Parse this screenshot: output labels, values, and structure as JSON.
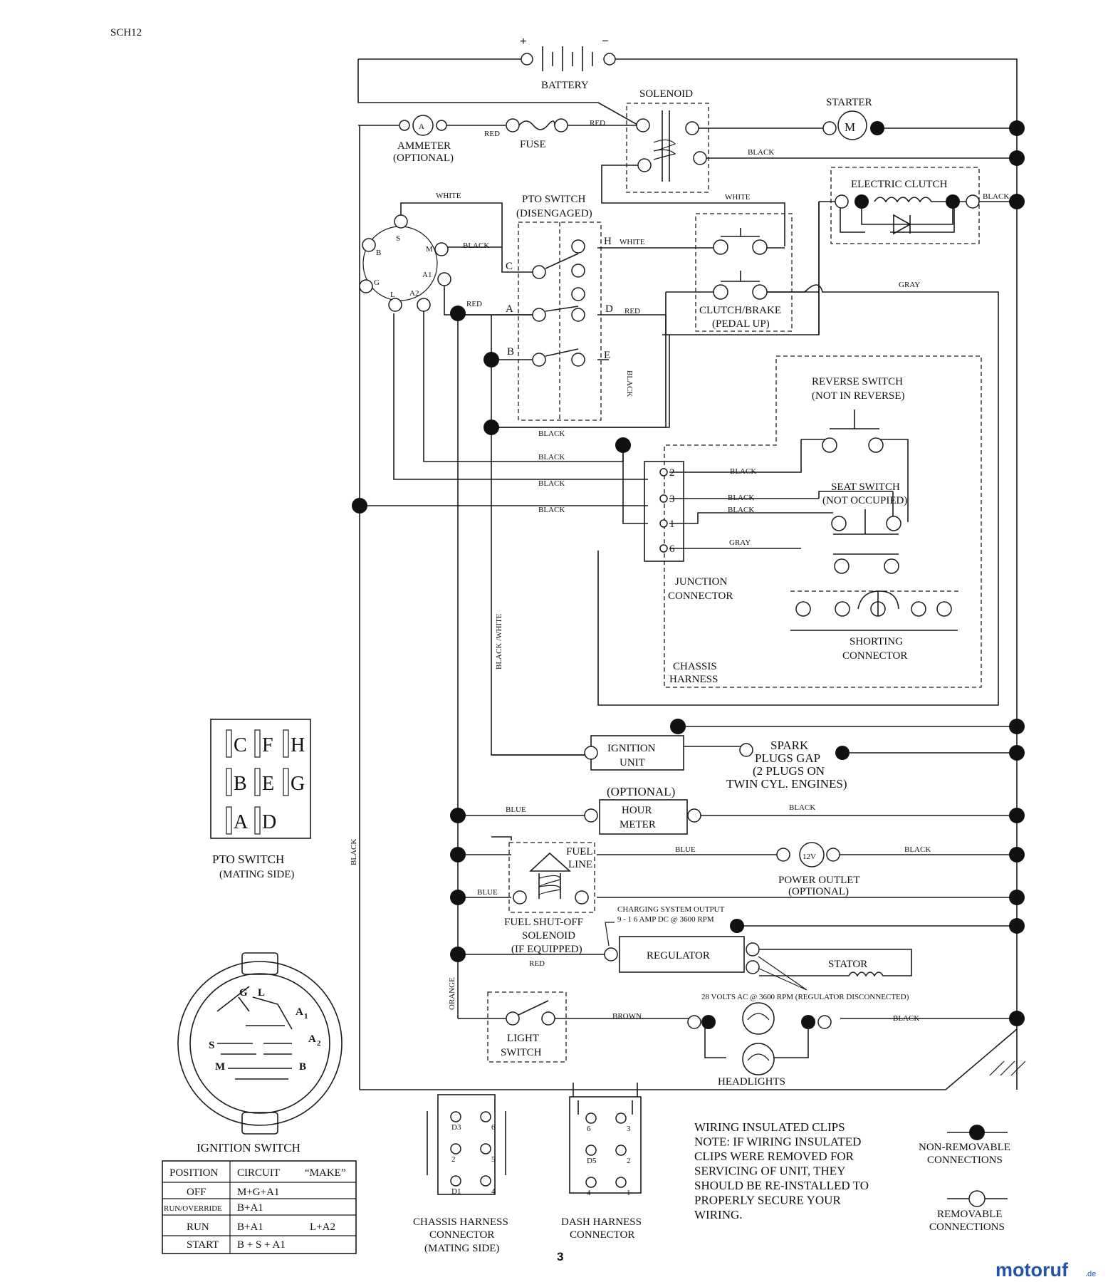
{
  "page_code": "SCH12",
  "page_number": "3",
  "brand": {
    "name": "motoruf",
    "suffix": ".de",
    "color": "#2255aa"
  },
  "components": {
    "battery": "BATTERY",
    "battery_plus": "+",
    "battery_minus": "−",
    "solenoid": "SOLENOID",
    "starter": "STARTER",
    "starter_symbol": "M",
    "ammeter": "AMMETER",
    "ammeter_optional": "(OPTIONAL)",
    "ammeter_symbol": "A",
    "fuse": "FUSE",
    "electric_clutch": "ELECTRIC CLUTCH",
    "pto_switch": "PTO SWITCH",
    "pto_switch_state": "(DISENGAGED)",
    "clutch_brake": "CLUTCH/BRAKE",
    "clutch_brake_state": "(PEDAL UP)",
    "reverse_switch": "REVERSE SWITCH",
    "reverse_switch_state": "(NOT IN REVERSE)",
    "seat_switch": "SEAT SWITCH",
    "seat_switch_state": "(NOT OCCUPIED)",
    "junction_connector_1": "JUNCTION",
    "junction_connector_2": "CONNECTOR",
    "shorting_connector_1": "SHORTING",
    "shorting_connector_2": "CONNECTOR",
    "chassis_harness_1": "CHASSIS",
    "chassis_harness_2": "HARNESS",
    "ignition_unit_1": "IGNITION",
    "ignition_unit_2": "UNIT",
    "spark_1": "SPARK",
    "spark_2": "PLUGS GAP",
    "spark_3": "(2 PLUGS ON",
    "spark_4": "TWIN CYL. ENGINES)",
    "hour_meter_optional": "(OPTIONAL)",
    "hour_meter_1": "HOUR",
    "hour_meter_2": "METER",
    "fuel_line_1": "FUEL",
    "fuel_line_2": "LINE",
    "power_outlet_symbol": "12V",
    "power_outlet": "POWER OUTLET",
    "power_outlet_optional": "(OPTIONAL)",
    "fuel_solenoid_1": "FUEL SHUT-OFF",
    "fuel_solenoid_2": "SOLENOID",
    "fuel_solenoid_3": "(IF EQUIPPED)",
    "charging_1": "CHARGING SYSTEM OUTPUT",
    "charging_2": "9 - 1 6 AMP DC @ 3600 RPM",
    "regulator": "REGULATOR",
    "stator": "STATOR",
    "stator_volts": "28 VOLTS AC @ 3600 RPM (REGULATOR DISCONNECTED)",
    "light_switch_1": "LIGHT",
    "light_switch_2": "SWITCH",
    "headlights": "HEADLIGHTS"
  },
  "terminals": {
    "ign_S": "S",
    "ign_B": "B",
    "ign_G": "G",
    "ign_L": "L",
    "ign_M": "M",
    "ign_A1": "A1",
    "ign_A2": "A2",
    "pto_C": "C",
    "pto_A": "A",
    "pto_B": "B",
    "pto_H": "H",
    "pto_D": "D",
    "pto_E": "E",
    "jc_2": "2",
    "jc_3": "3",
    "jc_1": "1",
    "jc_6": "6"
  },
  "wires": {
    "red_1": "RED",
    "red_2": "RED",
    "red_3": "RED",
    "red_4": "RED",
    "red_5": "RED",
    "black_solenoid": "BLACK",
    "black_clutch": "BLACK",
    "black_M": "BLACK",
    "black_h1": "BLACK",
    "black_h2": "BLACK",
    "black_h3": "BLACK",
    "black_h4": "BLACK",
    "black_jc2": "BLACK",
    "black_jc3": "BLACK",
    "black_jc1": "BLACK",
    "black_vert_pto": "BLACK",
    "black_vert_left": "BLACK",
    "black_hour": "BLACK",
    "black_outlet": "BLACK",
    "black_head": "BLACK",
    "white_1": "WHITE",
    "white_2": "WHITE",
    "white_3": "WHITE",
    "gray_1": "GRAY",
    "gray_2": "GRAY",
    "blue_1": "BLUE",
    "blue_2": "BLUE",
    "blue_3": "BLUE",
    "black_white": "BLACK /WHITE",
    "orange": "ORANGE",
    "brown": "BROWN"
  },
  "pto_mating": {
    "title": "PTO SWITCH",
    "subtitle": "(MATING SIDE)",
    "rows": [
      [
        "C",
        "F",
        "H"
      ],
      [
        "B",
        "E",
        "G"
      ],
      [
        "A",
        "D"
      ]
    ]
  },
  "ignition_switch": {
    "title": "IGNITION SWITCH",
    "labels": {
      "G": "G",
      "L": "L",
      "A1": "A",
      "A1sub": "1",
      "A2": "A",
      "A2sub": "2",
      "S": "S",
      "M": "M",
      "B": "B"
    },
    "table": {
      "headers": [
        "POSITION",
        "CIRCUIT",
        "“MAKE”"
      ],
      "rows": [
        [
          "OFF",
          "M+G+A1",
          ""
        ],
        [
          "RUN/OVERRIDE",
          "B+A1",
          ""
        ],
        [
          "RUN",
          "B+A1",
          "L+A2"
        ],
        [
          "START",
          "B + S + A1",
          ""
        ]
      ]
    }
  },
  "chassis_connector": {
    "pins": [
      "D3",
      "6",
      "2",
      "5",
      "D1",
      "4"
    ],
    "title_1": "CHASSIS HARNESS",
    "title_2": "CONNECTOR",
    "title_3": "(MATING SIDE)"
  },
  "dash_connector": {
    "pins": [
      "6",
      "3",
      "D5",
      "2",
      "4",
      "1"
    ],
    "title_1": "DASH HARNESS",
    "title_2": "CONNECTOR"
  },
  "note": {
    "lines": [
      "WIRING INSULATED CLIPS",
      "NOTE:  IF WIRING INSULATED",
      "CLIPS WERE REMOVED FOR",
      "SERVICING OF UNIT, THEY",
      "SHOULD BE RE-INSTALLED TO",
      "PROPERLY SECURE YOUR",
      "WIRING."
    ]
  },
  "legend": {
    "non_removable_1": "NON-REMOVABLE",
    "non_removable_2": "CONNECTIONS",
    "removable_1": "REMOVABLE",
    "removable_2": "CONNECTIONS"
  }
}
